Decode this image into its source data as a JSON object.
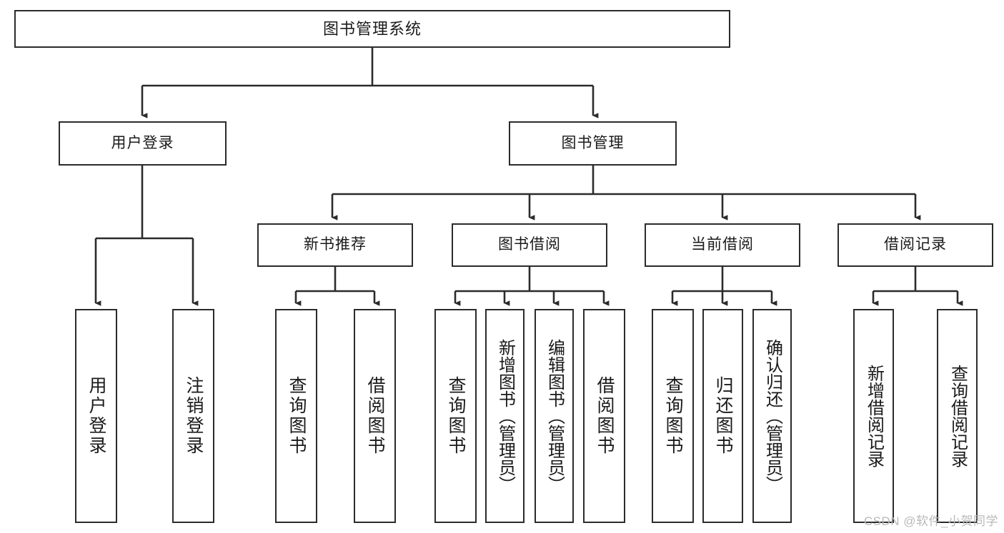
{
  "diagram": {
    "type": "tree",
    "title": "图书管理系统",
    "watermark": "CSDN @软件_小贺同学",
    "colors": {
      "box_border": "#2b2b2b",
      "box_fill": "#ffffff",
      "connector": "#2b2b2b",
      "text": "#1a1a1a",
      "watermark": "#b9b9b9",
      "background": "#ffffff"
    },
    "levels": {
      "root": "图书管理系统",
      "level2": [
        "用户登录",
        "图书管理"
      ],
      "level3": [
        "新书推荐",
        "图书借阅",
        "当前借阅",
        "借阅记录"
      ]
    },
    "nodes": {
      "root": {
        "label": "图书管理系统"
      },
      "user_login": {
        "label": "用户登录"
      },
      "book_manage": {
        "label": "图书管理"
      },
      "new_book_rec": {
        "label": "新书推荐"
      },
      "book_borrow": {
        "label": "图书借阅"
      },
      "current_borrow": {
        "label": "当前借阅"
      },
      "borrow_record": {
        "label": "借阅记录"
      },
      "leaf_user_login": {
        "label": "用户登录"
      },
      "leaf_logout": {
        "label": "注销登录"
      },
      "leaf_query_book_1": {
        "label": "查询图书"
      },
      "leaf_borrow_book_1": {
        "label": "借阅图书"
      },
      "leaf_query_book_2": {
        "label": "查询图书"
      },
      "leaf_add_book": {
        "label": "新增图书（管理员）"
      },
      "leaf_edit_book": {
        "label": "编辑图书（管理员）"
      },
      "leaf_borrow_book_2": {
        "label": "借阅图书"
      },
      "leaf_query_book_3": {
        "label": "查询图书"
      },
      "leaf_return_book": {
        "label": "归还图书"
      },
      "leaf_confirm_return": {
        "label": "确认归还（管理员）"
      },
      "leaf_add_record": {
        "label": "新增借阅记录"
      },
      "leaf_query_record": {
        "label": "查询借阅记录"
      }
    },
    "edges": [
      {
        "from": "root",
        "to": "user_login"
      },
      {
        "from": "root",
        "to": "book_manage"
      },
      {
        "from": "user_login",
        "to": "leaf_user_login"
      },
      {
        "from": "user_login",
        "to": "leaf_logout"
      },
      {
        "from": "book_manage",
        "to": "new_book_rec"
      },
      {
        "from": "book_manage",
        "to": "book_borrow"
      },
      {
        "from": "book_manage",
        "to": "current_borrow"
      },
      {
        "from": "book_manage",
        "to": "borrow_record"
      },
      {
        "from": "new_book_rec",
        "to": "leaf_query_book_1"
      },
      {
        "from": "new_book_rec",
        "to": "leaf_borrow_book_1"
      },
      {
        "from": "book_borrow",
        "to": "leaf_query_book_2"
      },
      {
        "from": "book_borrow",
        "to": "leaf_add_book"
      },
      {
        "from": "book_borrow",
        "to": "leaf_edit_book"
      },
      {
        "from": "book_borrow",
        "to": "leaf_borrow_book_2"
      },
      {
        "from": "current_borrow",
        "to": "leaf_query_book_3"
      },
      {
        "from": "current_borrow",
        "to": "leaf_return_book"
      },
      {
        "from": "current_borrow",
        "to": "leaf_confirm_return"
      },
      {
        "from": "borrow_record",
        "to": "leaf_add_record"
      },
      {
        "from": "borrow_record",
        "to": "leaf_query_record"
      }
    ]
  }
}
